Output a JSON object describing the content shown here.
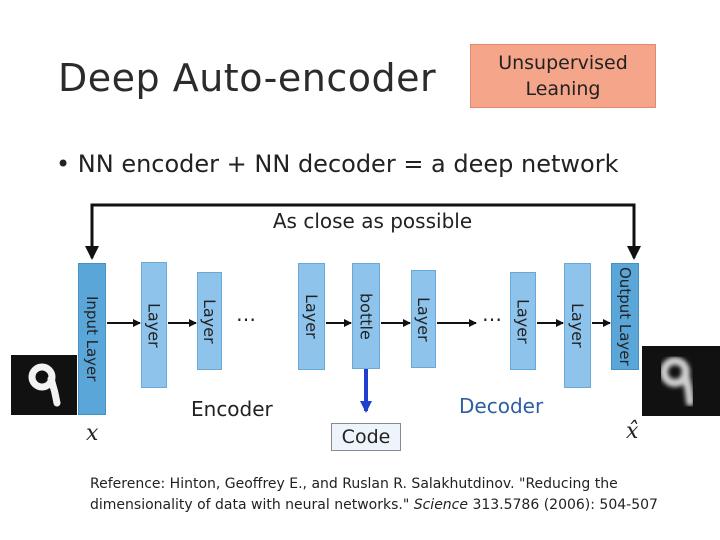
{
  "title": "Deep Auto-encoder",
  "badge": {
    "line1": "Unsupervised",
    "line2": "Leaning"
  },
  "bullet": "• NN encoder + NN decoder = a deep network",
  "feedback_label": "As close as possible",
  "layers": {
    "input": "Input Layer",
    "output": "Output Layer",
    "layer": "Layer",
    "bottle": "bottle",
    "ellipsis": "…"
  },
  "encoder_label": "Encoder",
  "decoder_label": "Decoder",
  "code_label": "Code",
  "variables": {
    "input": "x",
    "output": "x̂"
  },
  "reference": {
    "prefix": "Reference: Hinton, Geoffrey E., and Ruslan R. Salakhutdinov. \"Reducing the dimensionality of data with neural networks.\" ",
    "journal": "Science",
    "suffix": " 313.5786 (2006): 504-507"
  },
  "colors": {
    "badge": "#f4a58a",
    "layer": "#8ec3ec",
    "io_layer": "#5ba6d8",
    "code_arrow": "#1f3fd0",
    "decoder_text": "#2e5fa0"
  },
  "icons": [
    "digit-nine-input-image",
    "digit-nine-reconstruction-image"
  ]
}
